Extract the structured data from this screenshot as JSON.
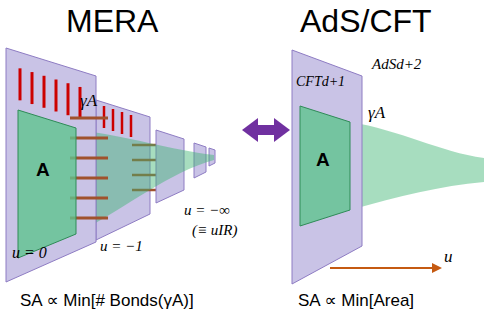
{
  "diagram": {
    "nodes": [
      {
        "text": [
          "u = 0"
        ]
      },
      {
        "text": [
          "A"
        ],
        "in": 0
      },
      {
        "text": [
          "CFTd+1"
        ]
      },
      {
        "text": [
          "A"
        ],
        "in": 2
      }
    ],
    "labels": [
      "MERA",
      "AdS/CFT",
      "γA",
      "u = −1",
      "u = −∞",
      "(≡ uIR)",
      "AdSd+2",
      "γA",
      "u",
      "SA ∝ Min[# Bonds(γA)]",
      "SA ∝ Min[Area]"
    ]
  }
}
